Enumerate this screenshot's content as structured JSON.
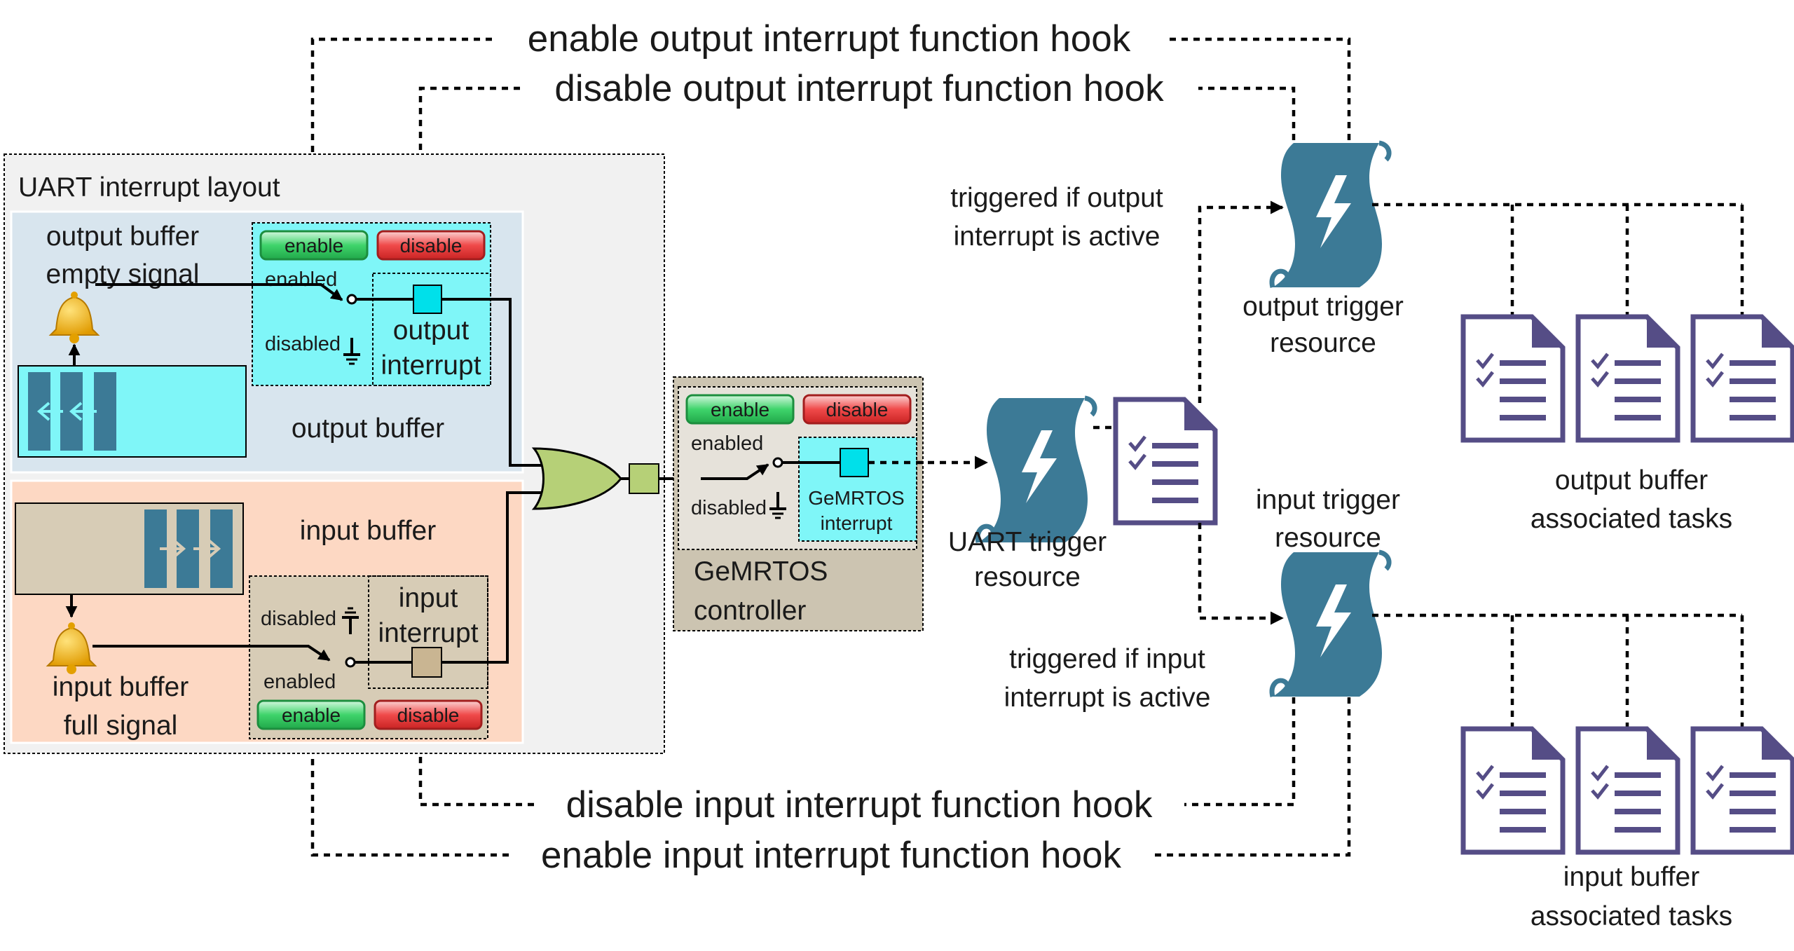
{
  "colors": {
    "outer_panel": "#f1f1f1",
    "output_section": "#d8e5ee",
    "input_section": "#fdd8c3",
    "cyan": "#7ff6f8",
    "tan": "#d7ccb6",
    "scroll_blue": "#3c7a96",
    "task_purple": "#554d86",
    "bell_gold": "#f5b100",
    "or_gate_green": "#b6d077",
    "enable_green": "#2ec65a",
    "disable_red": "#f0373a",
    "controller_bg": "#ccc4b1"
  },
  "hooks": {
    "enable_output": "enable output interrupt function hook",
    "disable_output": "disable output interrupt function hook",
    "disable_input": "disable input interrupt function hook",
    "enable_input": "enable input interrupt function hook"
  },
  "uart_layout": {
    "title": "UART interrupt layout",
    "output_signal": [
      "output buffer",
      "empty signal"
    ],
    "output_buffer": "output buffer",
    "input_buffer": "input buffer",
    "input_signal": [
      "input buffer",
      "full signal"
    ],
    "output_interrupt": [
      "output",
      "interrupt"
    ],
    "input_interrupt": [
      "input",
      "interrupt"
    ],
    "enable": "enable",
    "disable": "disable",
    "enabled": "enabled",
    "disabled": "disabled"
  },
  "controller": {
    "title": [
      "GeMRTOS",
      "controller"
    ],
    "interrupt": [
      "GeMRTOS",
      "interrupt"
    ],
    "enable": "enable",
    "disable": "disable",
    "enabled": "enabled",
    "disabled": "disabled"
  },
  "resources": {
    "uart_trigger": [
      "UART trigger",
      "resource"
    ],
    "output_trigger": [
      "output trigger",
      "resource"
    ],
    "input_trigger": [
      "input trigger",
      "resource"
    ],
    "triggered_output": [
      "triggered if output",
      "interrupt is active"
    ],
    "triggered_input": [
      "triggered if input",
      "interrupt is active"
    ]
  },
  "tasks": {
    "output_tasks": [
      "output buffer",
      "associated tasks"
    ],
    "input_tasks": [
      "input buffer",
      "associated tasks"
    ]
  },
  "icons": [
    "bell-icon",
    "fifo-buffer-icon",
    "scroll-bolt-icon",
    "task-document-icon",
    "or-gate-icon",
    "ground-icon"
  ]
}
